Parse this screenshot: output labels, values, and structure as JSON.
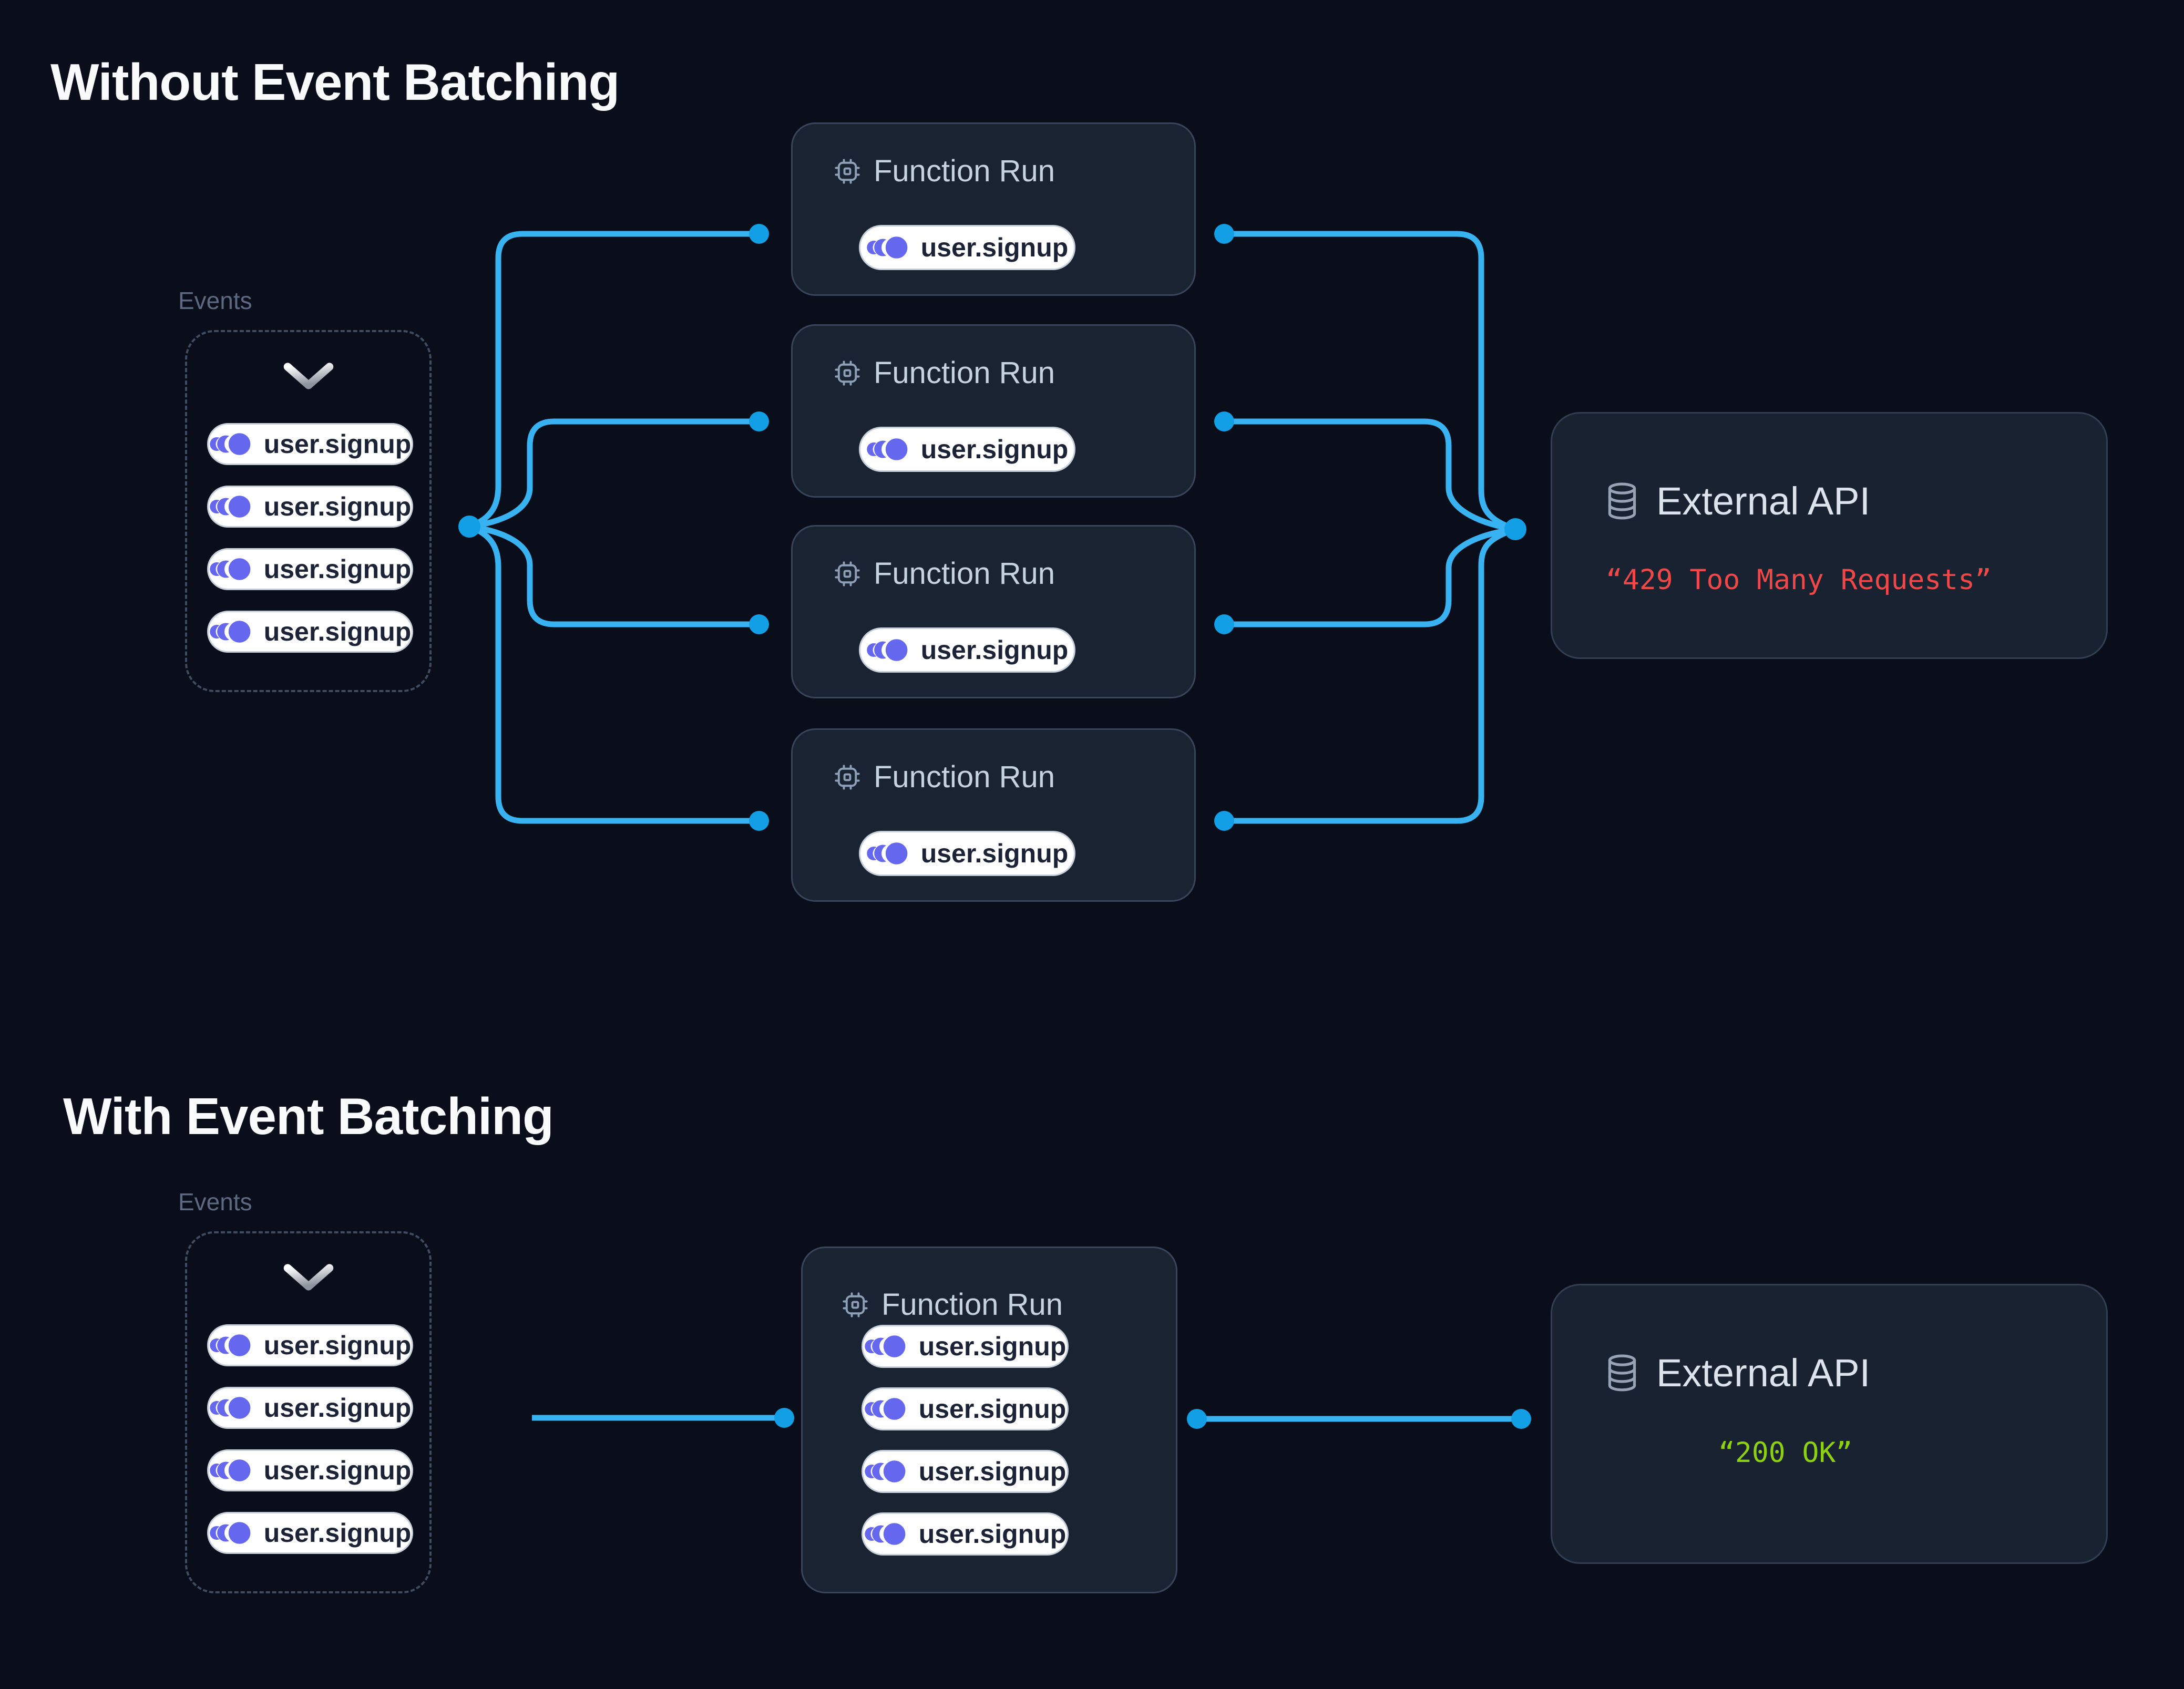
{
  "colors": {
    "background": "#0a0e1b",
    "connector_line": "#38b2f0",
    "connector_dot": "#129fe6",
    "event_icon": "#6568ef",
    "error_text": "#ef4848",
    "success_text": "#8ed013"
  },
  "sections": [
    {
      "title": "Without Event Batching",
      "events_label": "Events",
      "event_pills": [
        "user.signup",
        "user.signup",
        "user.signup",
        "user.signup"
      ],
      "function_runs": [
        {
          "title": "Function Run",
          "pills": [
            "user.signup"
          ]
        },
        {
          "title": "Function Run",
          "pills": [
            "user.signup"
          ]
        },
        {
          "title": "Function Run",
          "pills": [
            "user.signup"
          ]
        },
        {
          "title": "Function Run",
          "pills": [
            "user.signup"
          ]
        }
      ],
      "external_api": {
        "title": "External API",
        "response": "“429 Too Many Requests”"
      }
    },
    {
      "title": "With Event Batching",
      "events_label": "Events",
      "event_pills": [
        "user.signup",
        "user.signup",
        "user.signup",
        "user.signup"
      ],
      "function_runs": [
        {
          "title": "Function Run",
          "pills": [
            "user.signup",
            "user.signup",
            "user.signup",
            "user.signup"
          ]
        }
      ],
      "external_api": {
        "title": "External API",
        "response": "“200 OK”"
      }
    }
  ]
}
